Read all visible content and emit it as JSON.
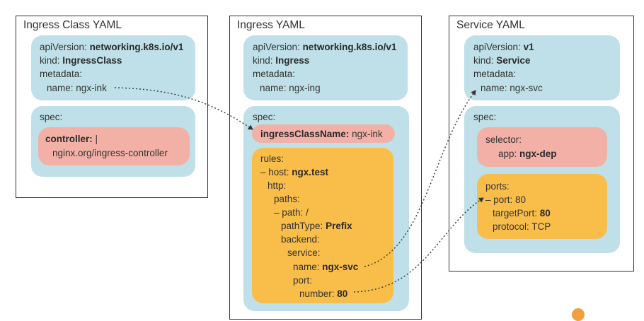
{
  "panels": {
    "ingress_class": {
      "title": "Ingress Class YAML",
      "meta": [
        {
          "key": "apiVersion:",
          "value": "networking.k8s.io/v1"
        },
        {
          "key": "kind:",
          "value": "IngressClass"
        },
        {
          "key": "metadata:",
          "value": ""
        },
        {
          "key": "name:",
          "value": "ngx-ink"
        }
      ],
      "spec": {
        "label": "spec:",
        "controller_key": "controller:",
        "controller_pipe": "|",
        "controller_value": "nginx.org/ingress-controller"
      }
    },
    "ingress": {
      "title": "Ingress YAML",
      "meta": [
        {
          "key": "apiVersion:",
          "value": "networking.k8s.io/v1"
        },
        {
          "key": "kind:",
          "value": "Ingress"
        },
        {
          "key": "metadata:",
          "value": ""
        },
        {
          "key": "name:",
          "value": "ngx-ing"
        }
      ],
      "spec": {
        "label": "spec:",
        "class_key": "ingressClassName:",
        "class_value": "ngx-ink",
        "rules": [
          {
            "key": "rules:",
            "value": ""
          },
          {
            "key": "– host:",
            "value": "ngx.test"
          },
          {
            "key": "http:",
            "value": ""
          },
          {
            "key": "paths:",
            "value": ""
          },
          {
            "key": "– path:",
            "value": "/"
          },
          {
            "key": "pathType:",
            "value": "Prefix"
          },
          {
            "key": "backend:",
            "value": ""
          },
          {
            "key": "service:",
            "value": ""
          },
          {
            "key": "name:",
            "value": "ngx-svc"
          },
          {
            "key": "port:",
            "value": ""
          },
          {
            "key": "number:",
            "value": "80"
          }
        ]
      }
    },
    "service": {
      "title": "Service YAML",
      "meta": [
        {
          "key": "apiVersion:",
          "value": "v1"
        },
        {
          "key": "kind:",
          "value": "Service"
        },
        {
          "key": "metadata:",
          "value": ""
        },
        {
          "key": "name:",
          "value": "ngx-svc"
        }
      ],
      "spec": {
        "label": "spec:",
        "selector_key": "selector:",
        "app_key": "app:",
        "app_value": "ngx-dep",
        "ports": [
          {
            "key": "ports:",
            "value": ""
          },
          {
            "key": "– port:",
            "value": "80"
          },
          {
            "key": "targetPort:",
            "value": "80"
          },
          {
            "key": "protocol:",
            "value": "TCP"
          }
        ]
      }
    }
  },
  "colors": {
    "blue_box": "#bfe0e8",
    "pink_box": "#f3b0a6",
    "orange_box": "#f9bd4a",
    "border": "#333333"
  }
}
